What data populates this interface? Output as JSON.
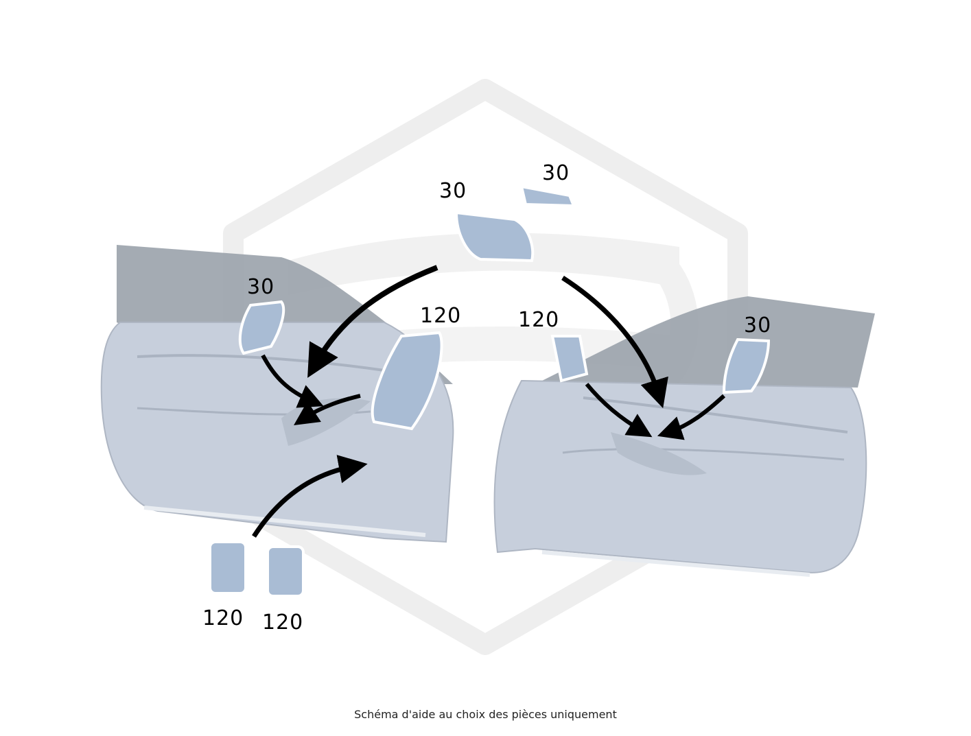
{
  "caption": "Schéma d'aide au choix des pièces uniquement",
  "callouts": {
    "driver_window_switch": "120",
    "passenger_window_switch": "120",
    "rear_switch_left": "120",
    "rear_switch_right": "120",
    "seat_switch_left_door": "30",
    "seat_switch_right_door": "30",
    "seat_control_panel": "30",
    "memory_switch_strip": "30"
  },
  "colors": {
    "door": "#c7cfdc",
    "glass": "#9aa2ab",
    "switch": "#a9bcd4",
    "arrow": "#000000",
    "watermark": "#ececec"
  }
}
